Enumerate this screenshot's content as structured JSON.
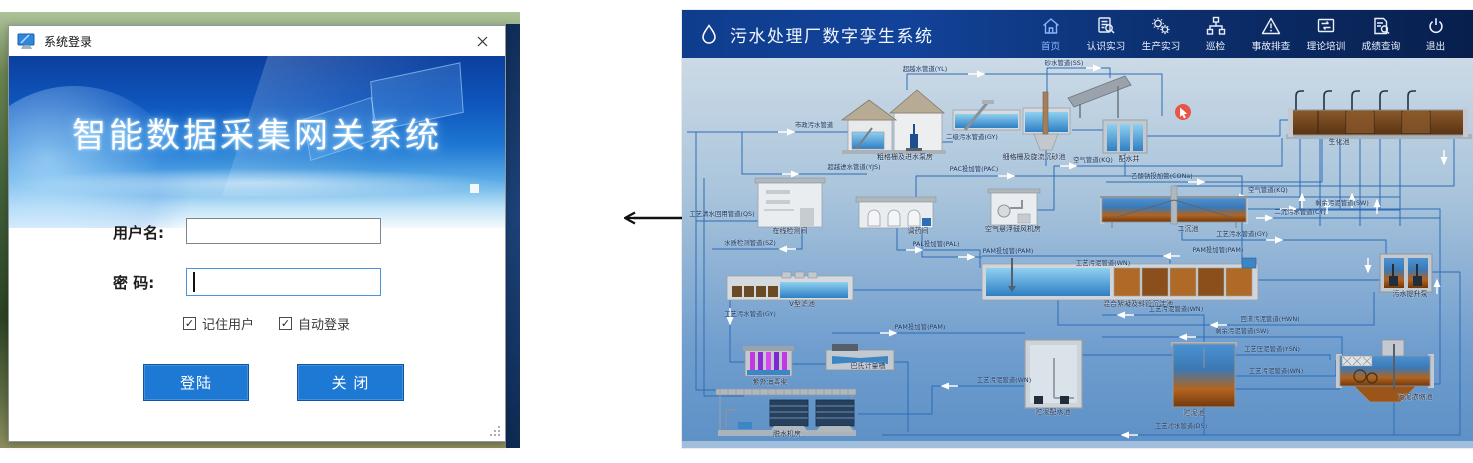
{
  "left_window": {
    "title": "系统登录",
    "banner_title": "智能数据采集网关系统",
    "form": {
      "username_label": "用户名:",
      "username_value": "",
      "password_label": "密 码:",
      "password_value": "",
      "remember_user_label": "记住用户",
      "remember_user_checked": true,
      "auto_login_label": "自动登录",
      "auto_login_checked": true,
      "login_button": "登陆",
      "close_button": "关 闭"
    }
  },
  "glyphs": {
    "check": "✓"
  },
  "right_window": {
    "header": {
      "app_title": "污水处理厂数字孪生系统",
      "logo_icon": "water-drop-icon",
      "nav_items": [
        {
          "label": "首页",
          "icon": "home-icon",
          "active": true
        },
        {
          "label": "认识实习",
          "icon": "document-search-icon",
          "active": false
        },
        {
          "label": "生产实习",
          "icon": "gears-icon",
          "active": false
        },
        {
          "label": "巡检",
          "icon": "org-chart-icon",
          "active": false
        },
        {
          "label": "事故排查",
          "icon": "warning-triangle-icon",
          "active": false
        },
        {
          "label": "理论培训",
          "icon": "screen-transfer-icon",
          "active": false
        },
        {
          "label": "成绩查询",
          "icon": "report-search-icon",
          "active": false
        },
        {
          "label": "退出",
          "icon": "power-icon",
          "active": false
        }
      ]
    },
    "diagram": {
      "equipment_labels": [
        "粗格栅及进水泵房",
        "细格栅及旋流沉砂池",
        "配水井",
        "生化池",
        "在线检测间",
        "调药间",
        "空气悬浮鼓风机房",
        "二沉池",
        "V型滤池",
        "混合絮凝及斜管沉淀池",
        "污水提升泵",
        "紫外消毒渠",
        "巴氏计量槽",
        "脱水机房",
        "贮泥配水池",
        "贮泥池",
        "污泥浓缩池"
      ],
      "pipe_labels": [
        "超越水管道(YL)",
        "砂水管道(SS)",
        "市政污水管道",
        "二级污水管道(GY)",
        "超越进水管道(YJS)",
        "空气管道(KQ)",
        "PAC投加管(PAC)",
        "乙酸钠投加管(CONa)",
        "空气管道(KQ)",
        "剩余污泥管道(SW)",
        "二沉污水管道(CY)",
        "工艺污水管道(GY)",
        "工艺清水回用管道(QS)",
        "水质检测管道(SZ)",
        "PAL投加管(PAL)",
        "PAM投加管(PAM)",
        "PAM投加管(PAM)",
        "工艺污泥管道(WN)",
        "工艺污水管道(GY)",
        "PAM投加管(PAM)",
        "工艺污泥管道(WN)",
        "回流污泥管道(HWN)",
        "剩余污泥管道(SW)",
        "工艺压泥管道(YSN)",
        "工艺污泥管道(WN)",
        "工艺污泥管道(WN)",
        "工艺滤水管道(DS)"
      ]
    }
  },
  "colors": {
    "button_blue": "#1e79d4",
    "header_navy": "#0d3578",
    "banner_blue": "#1e77d2",
    "diagram_sky": "#c9d9e6",
    "diagram_blue": "#5d90c6",
    "pipe_blue": "#2d6cb6",
    "tank_brown": "#7a4a22",
    "cursor_red": "#ea4f3f"
  }
}
